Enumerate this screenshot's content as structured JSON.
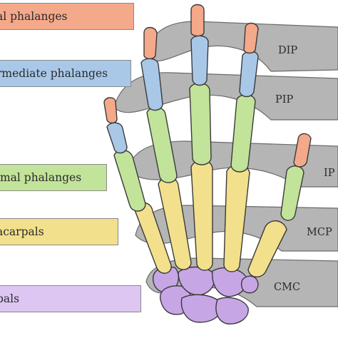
{
  "labels": {
    "distal": "al phalanges",
    "intermediate": "rmediate phalanges",
    "proximal": "imal phalanges",
    "metacarpals": "acarpals",
    "carpals": "pals"
  },
  "joints": {
    "dip": "DIP",
    "pip": "PIP",
    "ip": "IP",
    "mcp": "MCP",
    "cmc": "CMC"
  },
  "colors": {
    "distal": "#f4a98a",
    "intermediate": "#a9c8e8",
    "proximal": "#c2e39a",
    "metacarpals": "#f2e08c",
    "carpals": "#c7a6e6",
    "joint_band": "#b3b3b3",
    "outline": "#3a3a3a"
  }
}
